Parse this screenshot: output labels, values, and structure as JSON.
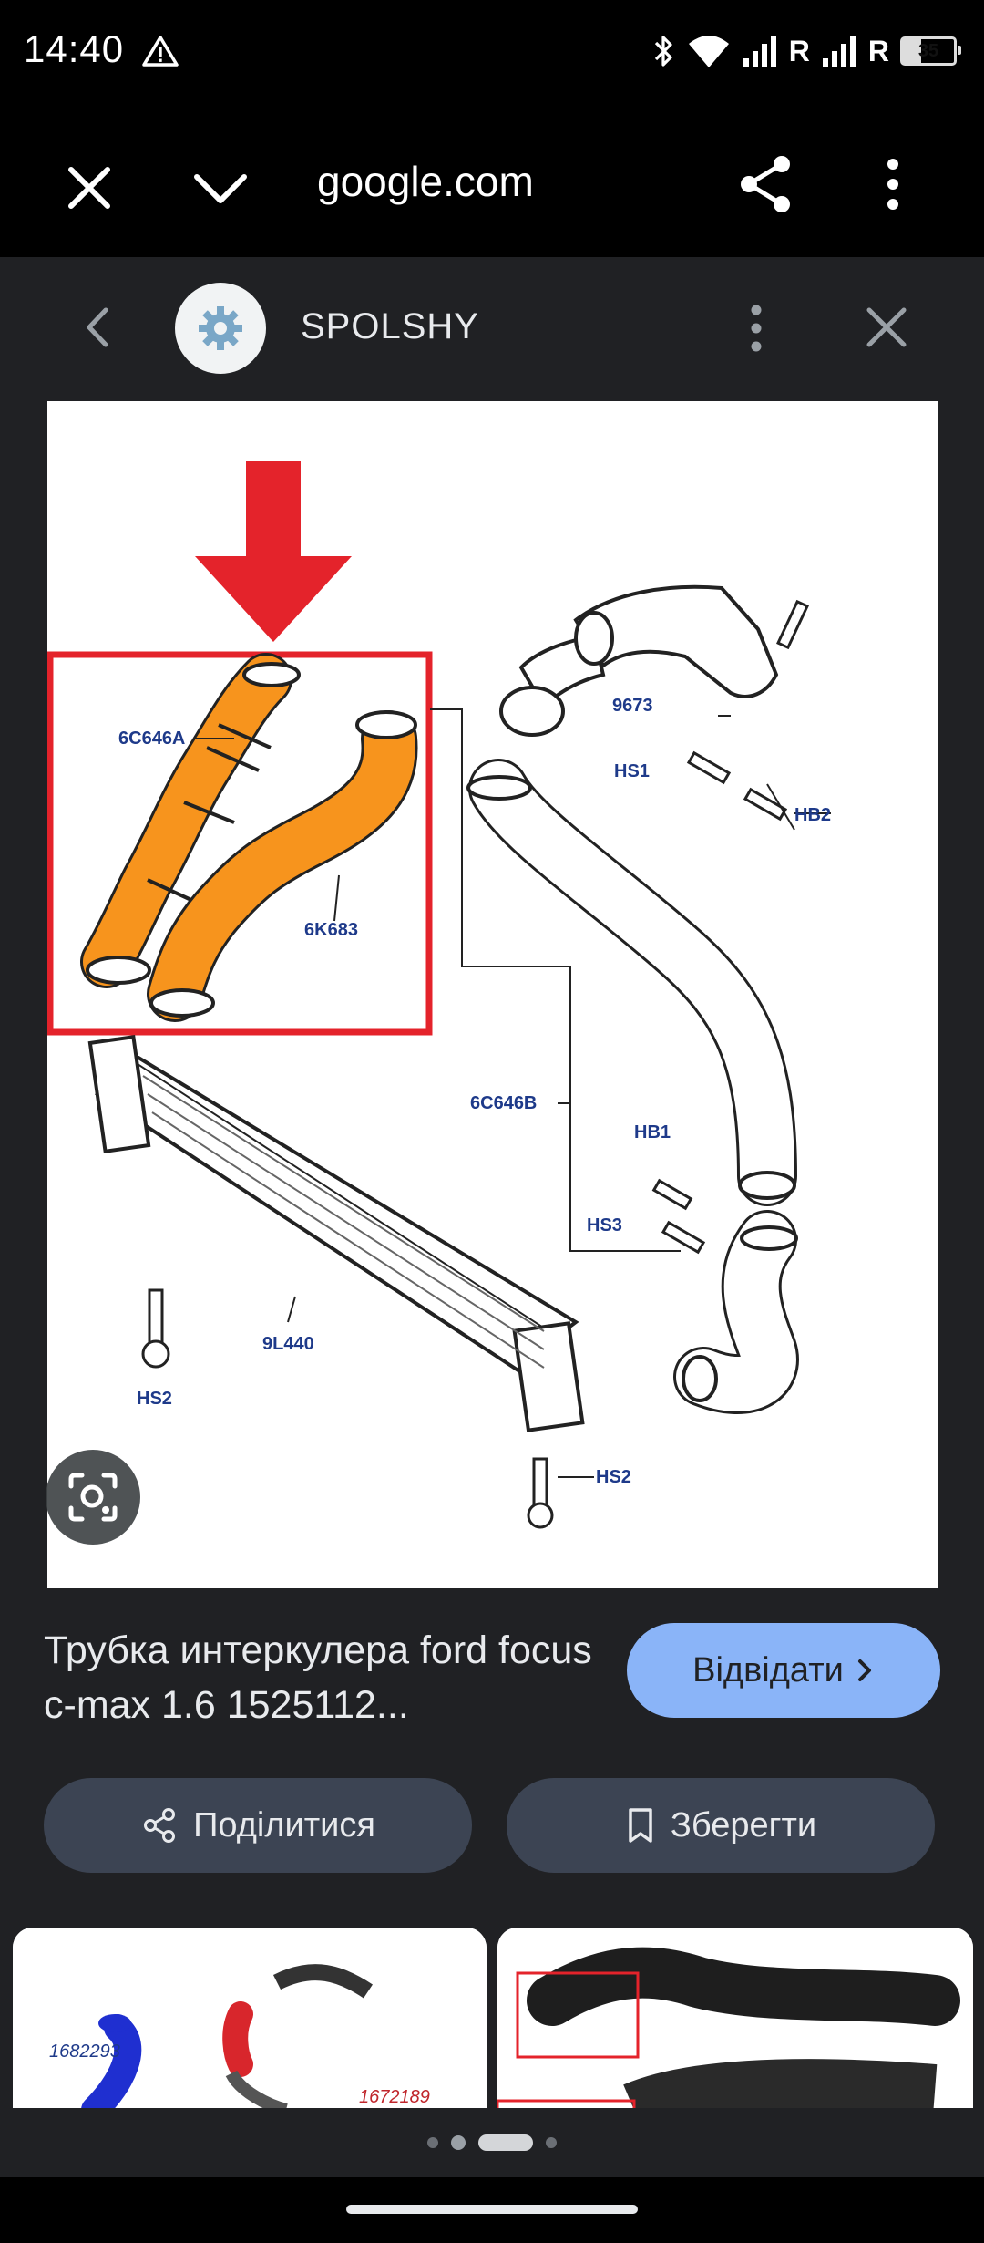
{
  "status_bar": {
    "time": "14:40",
    "sim1_label": "R",
    "sim2_label": "R",
    "battery": "35",
    "icons": [
      "warning-icon",
      "bluetooth-icon",
      "wifi-icon",
      "signal-icon",
      "battery-icon"
    ]
  },
  "browser": {
    "url": "google.com",
    "icons": [
      "close-icon",
      "chevron-down-icon",
      "share-icon",
      "more-vert-icon"
    ]
  },
  "sheet": {
    "site_name": "SPOLSHY",
    "icons": [
      "chevron-left-icon",
      "gear-icon",
      "more-vert-icon",
      "close-icon"
    ]
  },
  "diagram": {
    "labels": {
      "p1": "6C646A",
      "p2": "6K683",
      "p3": "9673",
      "p4": "HS1",
      "p5": "HB2",
      "p6": "6C646B",
      "p7": "HB1",
      "p8": "HS3",
      "p9": "9L440",
      "p10": "HS2",
      "p11": "HS2"
    },
    "highlight_color": "#e4232b",
    "part_color": "#f7941d",
    "label_color": "#1e3a8a"
  },
  "result": {
    "title": "Трубка интеркулера ford focus c-max 1.6 1525112...",
    "visit_label": "Відвідати",
    "share_label": "Поділитися",
    "save_label": "Зберегти",
    "accent": "#8ab4f8"
  },
  "thumbnails": {
    "t1_label_a": "1682293",
    "t1_label_b": "1672189"
  }
}
